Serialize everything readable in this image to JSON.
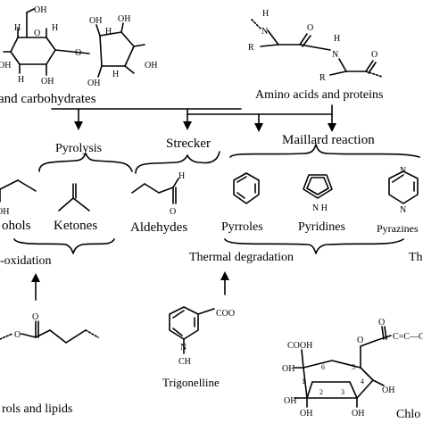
{
  "sources": {
    "carbohydrates": "and carbohydrates",
    "proteins": "Amino acids and proteins",
    "lipids": "rols and lipids",
    "trigonelline": "Trigonelline",
    "chlorogenic": "Chlo"
  },
  "pathways": {
    "pyrolysis": "Pyrolysis",
    "strecker": "Strecker",
    "maillard": "Maillard reaction",
    "oxidation": "-oxidation",
    "thermal": "Thermal degradation",
    "thermal_right": "Th"
  },
  "products": {
    "alcohols": "ohols",
    "ketones": "Ketones",
    "aldehydes": "Aldehydes",
    "pyrroles": "Pyrroles",
    "pyridines": "Pyridines",
    "pyrazines": "Pyrazines"
  },
  "atom_labels": {
    "oh": "OH",
    "h": "H",
    "o": "O",
    "n": "N",
    "nh": "N H",
    "r": "R",
    "coo": "COO",
    "cooh": "COOH",
    "ch3": "CH",
    "ring_numbers": [
      "1",
      "2",
      "3",
      "4",
      "5",
      "6"
    ],
    "acyl_tail": "C=C—CH=CH"
  }
}
